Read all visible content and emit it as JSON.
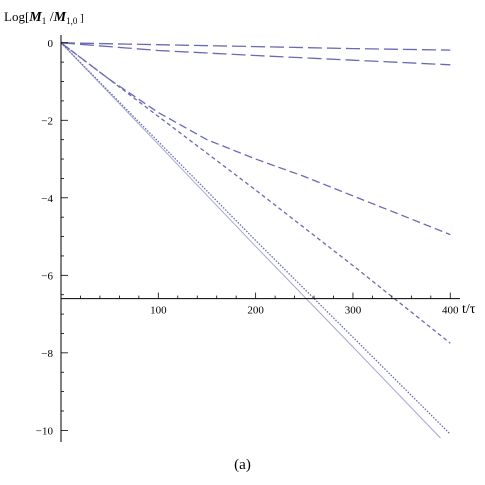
{
  "caption": "(a)",
  "chart_data": {
    "type": "line",
    "xlabel": "t/τ",
    "ylabel": {
      "prefix": "Log[",
      "num": "M",
      "num_sub": "1",
      "sep": " /",
      "den": "M",
      "den_sub": "1,0",
      "suffix": " ]"
    },
    "xlim": [
      0,
      410
    ],
    "ylim": [
      -10.3,
      0.2
    ],
    "x_ticks": [
      100,
      200,
      300,
      400
    ],
    "y_ticks": [
      0,
      -2,
      -4,
      -6,
      -8,
      -10
    ],
    "x_tick_labels": [
      "100",
      "200",
      "300",
      "400"
    ],
    "y_tick_labels": [
      "0",
      "−2",
      "−4",
      "−6",
      "−8",
      "−10"
    ],
    "x_axis_at_y": -6.6,
    "grid": false,
    "color": "#6a6ab4",
    "series": [
      {
        "style": "long-dash",
        "x": [
          0,
          100,
          200,
          300,
          400
        ],
        "y": [
          0,
          -0.05,
          -0.1,
          -0.15,
          -0.19
        ]
      },
      {
        "style": "long-dash",
        "x": [
          0,
          100,
          200,
          300,
          400
        ],
        "y": [
          0,
          -0.2,
          -0.33,
          -0.45,
          -0.57
        ]
      },
      {
        "style": "medium-dash",
        "x": [
          0,
          50,
          100,
          150,
          200,
          250,
          300,
          350,
          400
        ],
        "y": [
          0,
          -0.95,
          -1.8,
          -2.5,
          -3.0,
          -3.45,
          -3.95,
          -4.45,
          -4.95
        ]
      },
      {
        "style": "short-dash",
        "x": [
          0,
          100,
          200,
          300,
          400
        ],
        "y": [
          0,
          -1.9,
          -3.8,
          -5.75,
          -7.75
        ]
      },
      {
        "style": "dotted",
        "x": [
          0,
          100,
          200,
          300,
          400
        ],
        "y": [
          0,
          -2.55,
          -5.1,
          -7.6,
          -10.1
        ]
      },
      {
        "style": "solid",
        "x": [
          0,
          100,
          200,
          300,
          390
        ],
        "y": [
          0,
          -2.62,
          -5.25,
          -7.85,
          -10.2
        ]
      }
    ]
  }
}
